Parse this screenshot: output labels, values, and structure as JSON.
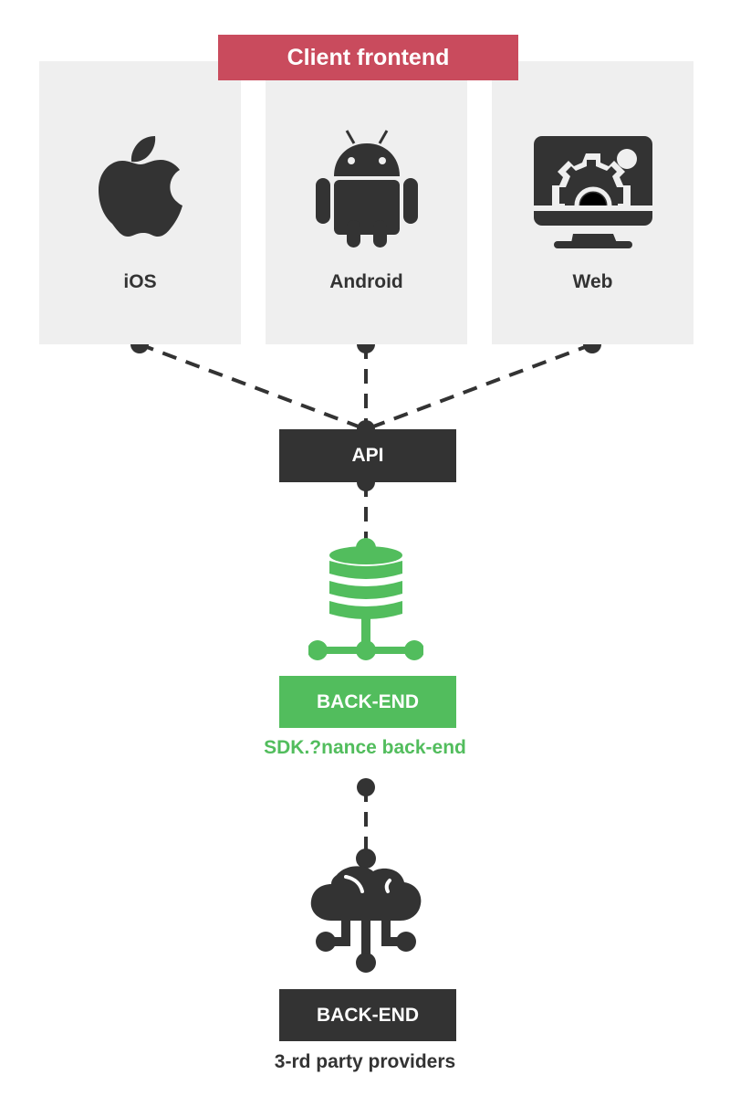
{
  "diagram": {
    "header": {
      "label": "Client frontend",
      "color": "#c94b5d"
    },
    "platforms": [
      {
        "name": "iOS",
        "icon": "apple-icon"
      },
      {
        "name": "Android",
        "icon": "android-icon"
      },
      {
        "name": "Web",
        "icon": "monitor-gear-icon"
      }
    ],
    "api": {
      "label": "API"
    },
    "sdk_backend": {
      "label": "BACK-END",
      "caption": "SDK.?nance back-end",
      "icon": "database-network-icon",
      "color": "#52bd5d"
    },
    "third_party_backend": {
      "label": "BACK-END",
      "caption": "3-rd party providers",
      "icon": "cloud-network-icon",
      "color": "#333333"
    },
    "colors": {
      "dark": "#333333",
      "card_bg": "#efefef"
    }
  }
}
